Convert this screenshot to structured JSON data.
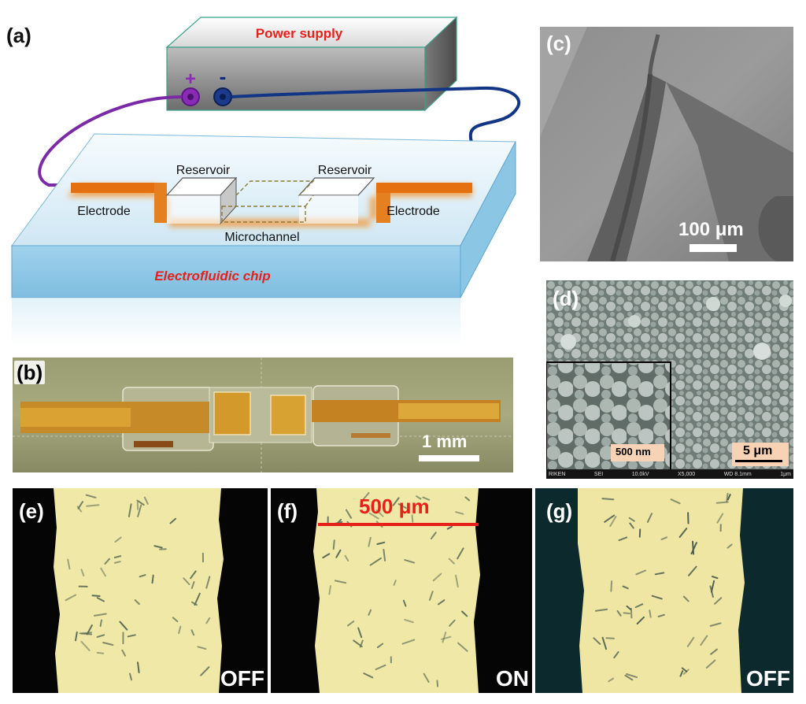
{
  "panels": {
    "a": {
      "letter": "(a)",
      "power_supply": "Power supply",
      "plus": "+",
      "minus": "-",
      "reservoir_left": "Reservoir",
      "reservoir_right": "Reservoir",
      "electrode_left": "Electrode",
      "electrode_right": "Electrode",
      "microchannel": "Microchannel",
      "chip": "Electrofluidic chip"
    },
    "b": {
      "letter": "(b)",
      "scale": "1 mm"
    },
    "c": {
      "letter": "(c)",
      "scale": "100 μm"
    },
    "d": {
      "letter": "(d)",
      "inset_scale": "500 nm",
      "scale": "5 μm",
      "footer": [
        "RIKEN",
        "SEI",
        "10.0kV",
        "X5,000",
        "WD 8.1mm",
        "1μm"
      ]
    },
    "e": {
      "letter": "(e)",
      "state": "OFF"
    },
    "f": {
      "letter": "(f)",
      "state": "ON",
      "scale": "500 μm"
    },
    "g": {
      "letter": "(g)",
      "state": "OFF"
    }
  },
  "colors": {
    "title_red": "#e8201a",
    "plus_purple": "#8a2bb5",
    "minus_navy": "#0d2b7a",
    "electrode_orange": "#e4700f",
    "chip_blue": "#9ccfe8",
    "cell_bg": "#efe8a6"
  }
}
